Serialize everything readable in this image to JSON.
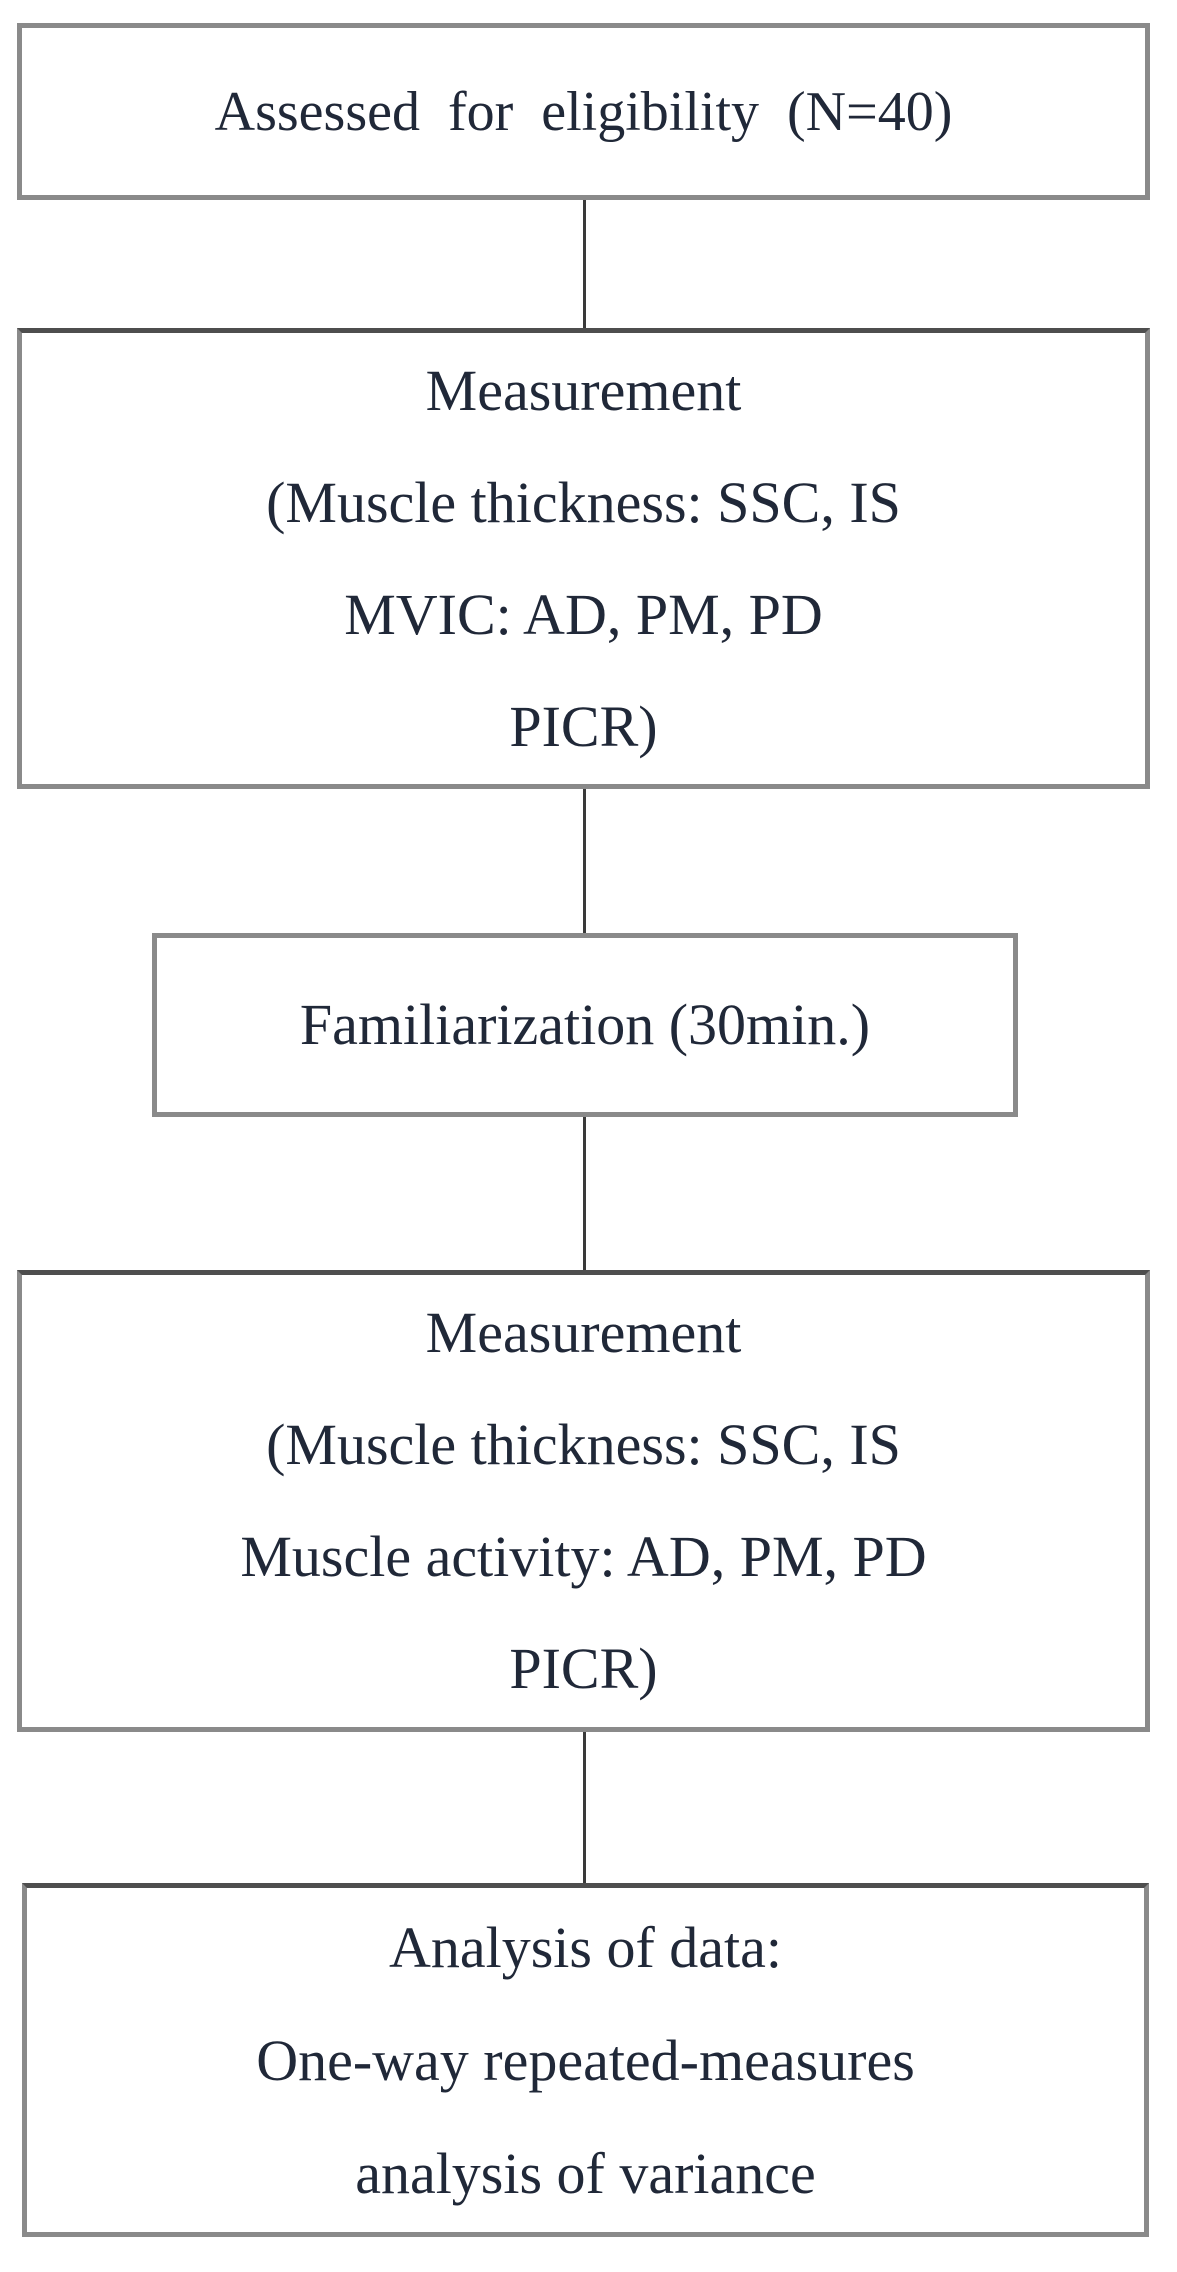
{
  "figure": {
    "type": "flowchart",
    "direction": "top-down",
    "background": "#ffffff",
    "nodes": [
      {
        "id": "eligibility",
        "lines": [
          "Assessed for eligibility (N=40)"
        ]
      },
      {
        "id": "measurement-1",
        "lines": [
          "Measurement",
          "(Muscle thickness: SSC, IS",
          "MVIC: AD, PM, PD",
          "PICR)"
        ]
      },
      {
        "id": "familiarization",
        "lines": [
          "Familiarization (30min.)"
        ]
      },
      {
        "id": "measurement-2",
        "lines": [
          "Measurement",
          "(Muscle thickness: SSC, IS",
          "Muscle activity: AD, PM, PD",
          "PICR)"
        ]
      },
      {
        "id": "analysis",
        "lines": [
          "Analysis of data:",
          "One-way repeated-measures",
          "analysis of variance"
        ]
      }
    ],
    "edges": [
      {
        "from": "eligibility",
        "to": "measurement-1"
      },
      {
        "from": "measurement-1",
        "to": "familiarization"
      },
      {
        "from": "familiarization",
        "to": "measurement-2"
      },
      {
        "from": "measurement-2",
        "to": "analysis"
      }
    ],
    "colors": {
      "box_border": "#8a8a8a",
      "box_border_top_dark": "#4e4e4e",
      "connector": "#3a3a3a",
      "text": "#202838",
      "background": "#ffffff"
    }
  }
}
